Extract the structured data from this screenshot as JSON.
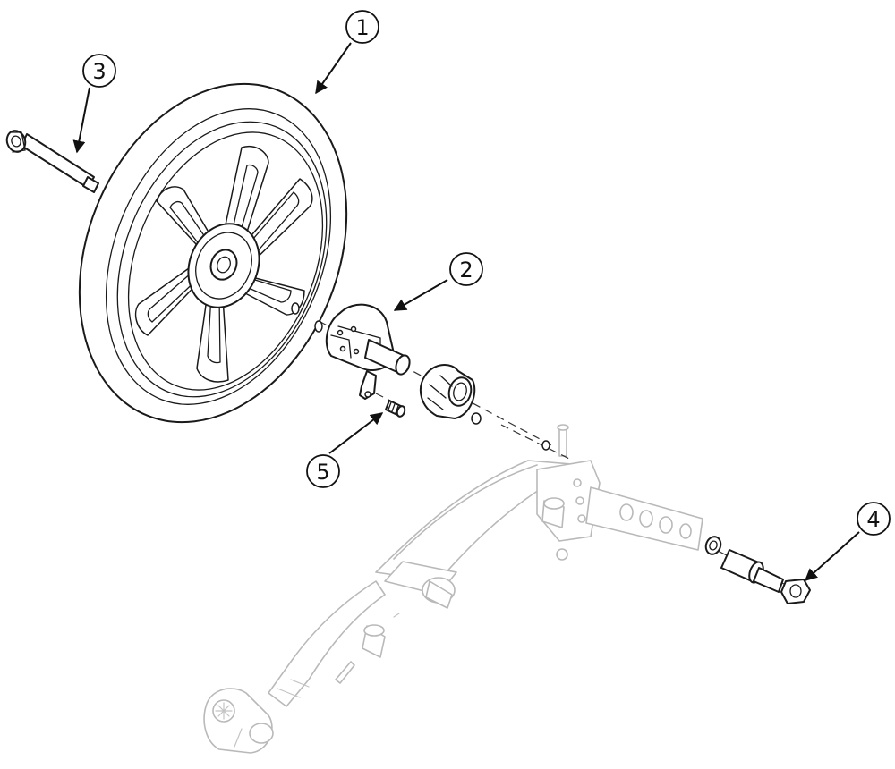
{
  "callouts": [
    {
      "number": "1",
      "part": "wheel"
    },
    {
      "number": "2",
      "part": "hub-lock-assembly"
    },
    {
      "number": "3",
      "part": "axle-bolt"
    },
    {
      "number": "4",
      "part": "lock-nut"
    },
    {
      "number": "5",
      "part": "set-screw"
    }
  ],
  "colors": {
    "ink": "#1a1a1a",
    "ghost": "#b9b9b9",
    "background": "#ffffff"
  }
}
